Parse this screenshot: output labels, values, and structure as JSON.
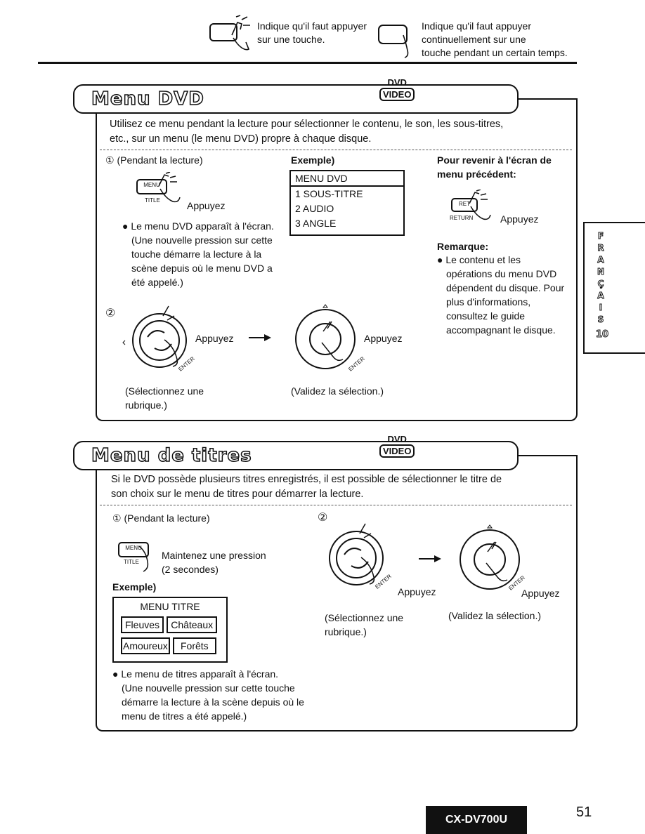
{
  "legend": {
    "press_text": [
      "Indique qu'il faut appuyer",
      "sur une touche."
    ],
    "hold_text": [
      "Indique qu'il faut appuyer",
      "continuellement sur une",
      "touche pendant un certain temps."
    ]
  },
  "badge": {
    "dvd": "DVD",
    "video": "VIDEO"
  },
  "section1": {
    "title": "Menu DVD",
    "intro": [
      "Utilisez ce menu pendant la lecture pour sélectionner le contenu, le son, les sous-titres,",
      "etc., sur un menu (le menu DVD) propre à chaque disque."
    ],
    "step1_label": "① (Pendant la lecture)",
    "key_menu": "MENU",
    "key_title": "TITLE",
    "press": "Appuyez",
    "bullet": [
      "● Le menu DVD apparaît à l'écran.",
      "(Une nouvelle pression sur cette",
      "touche démarre la lecture à la",
      "scène depuis où le menu DVD a",
      "été appelé.)"
    ],
    "example_label": "Exemple)",
    "example_menu": [
      "MENU DVD",
      "1 SOUS-TITRE",
      "2 AUDIO",
      "3 ANGLE"
    ],
    "return_heading": [
      "Pour revenir à l'écran de",
      "menu précédent:"
    ],
    "key_ret": "RET",
    "key_return": "RETURN",
    "remark_title": "Remarque:",
    "remark": [
      "● Le contenu et les",
      "opérations du menu DVD",
      "dépendent du disque. Pour",
      "plus d'informations,",
      "consultez le guide",
      "accompagnant le disque."
    ],
    "step2_label": "②",
    "enter": "ENTER",
    "select_caption": [
      "(Sélectionnez une",
      "rubrique.)"
    ],
    "validate_caption": "(Validez la sélection.)"
  },
  "section2": {
    "title": "Menu de titres",
    "intro": [
      "Si le DVD possède plusieurs titres enregistrés, il est possible de sélectionner le titre de",
      "son choix sur le menu de titres pour démarrer la lecture."
    ],
    "step1_label": "① (Pendant la lecture)",
    "key_menu": "MENU",
    "key_title": "TITLE",
    "hold_text": [
      "Maintenez une pression",
      "(2 secondes)"
    ],
    "example_label": "Exemple)",
    "menu_title": "MENU TITRE",
    "items": [
      "Fleuves",
      "Châteaux",
      "Amoureux",
      "Forêts"
    ],
    "bullet": [
      "● Le menu de titres apparaît à l'écran.",
      "(Une nouvelle pression sur cette touche",
      "démarre la lecture à la scène depuis où le",
      "menu de titres a été appelé.)"
    ],
    "step2_label": "②",
    "press": "Appuyez",
    "enter": "ENTER",
    "select_caption": [
      "(Sélectionnez une",
      "rubrique.)"
    ],
    "validate_caption": "(Validez la sélection.)"
  },
  "side_tab": {
    "letters": [
      "F",
      "R",
      "A",
      "N",
      "Ç",
      "A",
      "I",
      "S"
    ],
    "number": "10"
  },
  "footer": {
    "model": "CX-DV700U",
    "page": "51"
  }
}
